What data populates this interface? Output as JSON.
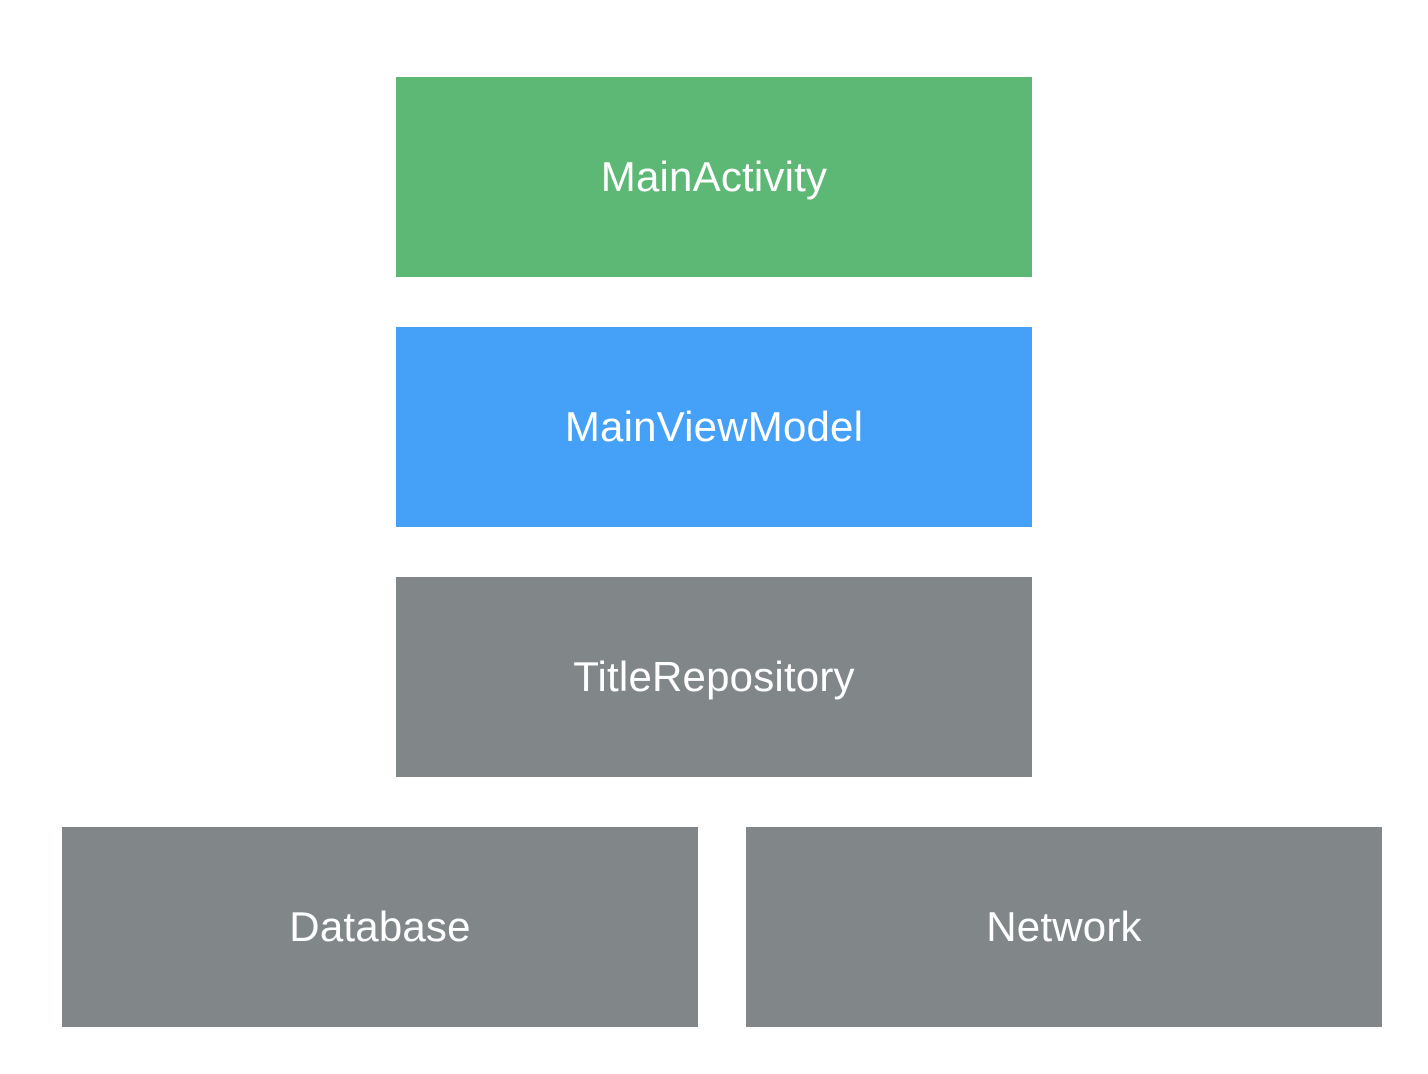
{
  "layers": {
    "main_activity": {
      "label": "MainActivity",
      "color": "#5EB875"
    },
    "main_view_model": {
      "label": "MainViewModel",
      "color": "#45A0F7"
    },
    "title_repository": {
      "label": "TitleRepository",
      "color": "#818689"
    },
    "database": {
      "label": "Database",
      "color": "#818689"
    },
    "network": {
      "label": "Network",
      "color": "#818689"
    }
  }
}
